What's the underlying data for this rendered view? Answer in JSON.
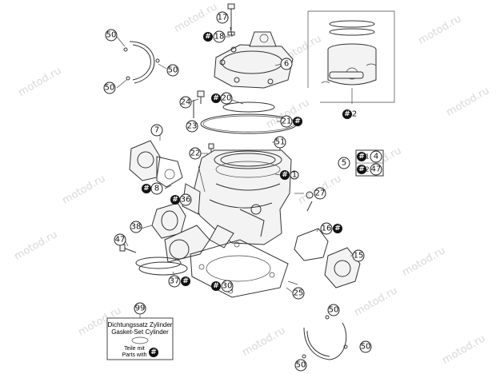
{
  "watermark": "motod.ru",
  "callouts": {
    "c17": "17",
    "c18": "18",
    "c50a": "50",
    "c50b": "50",
    "c50c": "50",
    "c6": "6",
    "c24": "24",
    "c20": "20",
    "c23": "23",
    "c21": "21",
    "c51": "51",
    "c7": "7",
    "c22": "22",
    "c1": "1",
    "c5": "5",
    "c4": "4",
    "c2": "2",
    "c47a": "47",
    "c8": "8",
    "c36": "36",
    "c27": "27",
    "c38": "38",
    "c47b": "47",
    "c16": "16",
    "c15": "15",
    "c37": "37",
    "c30": "30",
    "c25": "25",
    "c99": "99",
    "c50d": "50",
    "c50e": "50",
    "c50f": "50",
    "c2b": "2"
  },
  "hash_symbol": "#",
  "gasket_kit": {
    "line1": "Dichtungssatz Zylinder",
    "line2": "Gasket-Set Cylinder",
    "line3": "Teile mit",
    "line4": "Parts with"
  }
}
